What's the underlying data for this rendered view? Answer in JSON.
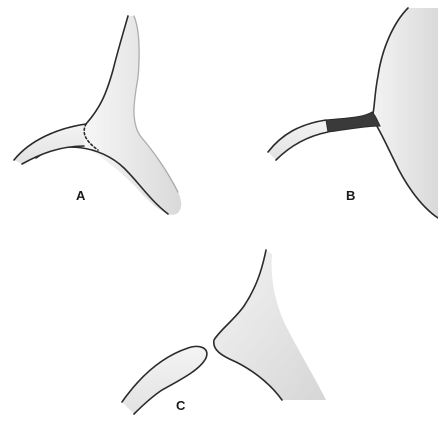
{
  "panels": [
    {
      "id": "A",
      "label": "A"
    },
    {
      "id": "B",
      "label": "B"
    },
    {
      "id": "C",
      "label": "C"
    }
  ],
  "colors": {
    "outline": "#2b2b2b",
    "shading_light": "#f4f4f4",
    "shading_mid": "#dcdcdc",
    "fusion_band": "#3a3a3a"
  }
}
